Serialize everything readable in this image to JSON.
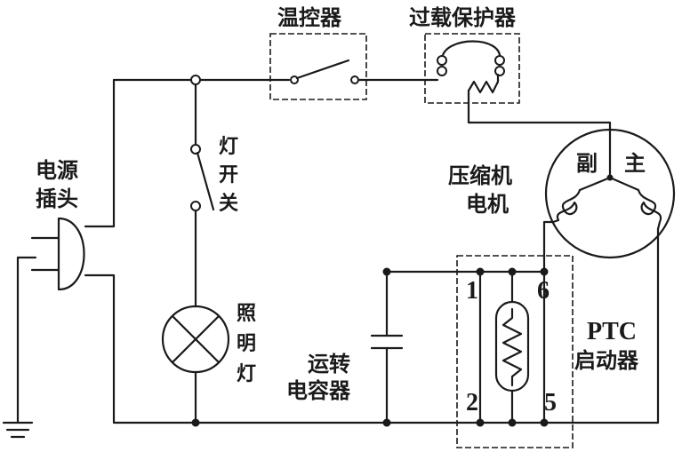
{
  "labels": {
    "thermostat": "温控器",
    "overload": "过载保护器",
    "plug_line1": "电源",
    "plug_line2": "插头",
    "lamp_switch_1": "灯",
    "lamp_switch_2": "开",
    "lamp_switch_3": "关",
    "lamp_1": "照",
    "lamp_2": "明",
    "lamp_3": "灯",
    "motor_line1": "压缩机",
    "motor_line2": "电机",
    "aux_winding": "副",
    "main_winding": "主",
    "run_cap_line1": "运转",
    "run_cap_line2": "电容器",
    "ptc_line1": "PTC",
    "ptc_line2": "启动器",
    "pin_1": "1",
    "pin_2": "2",
    "pin_5": "5",
    "pin_6": "6"
  }
}
